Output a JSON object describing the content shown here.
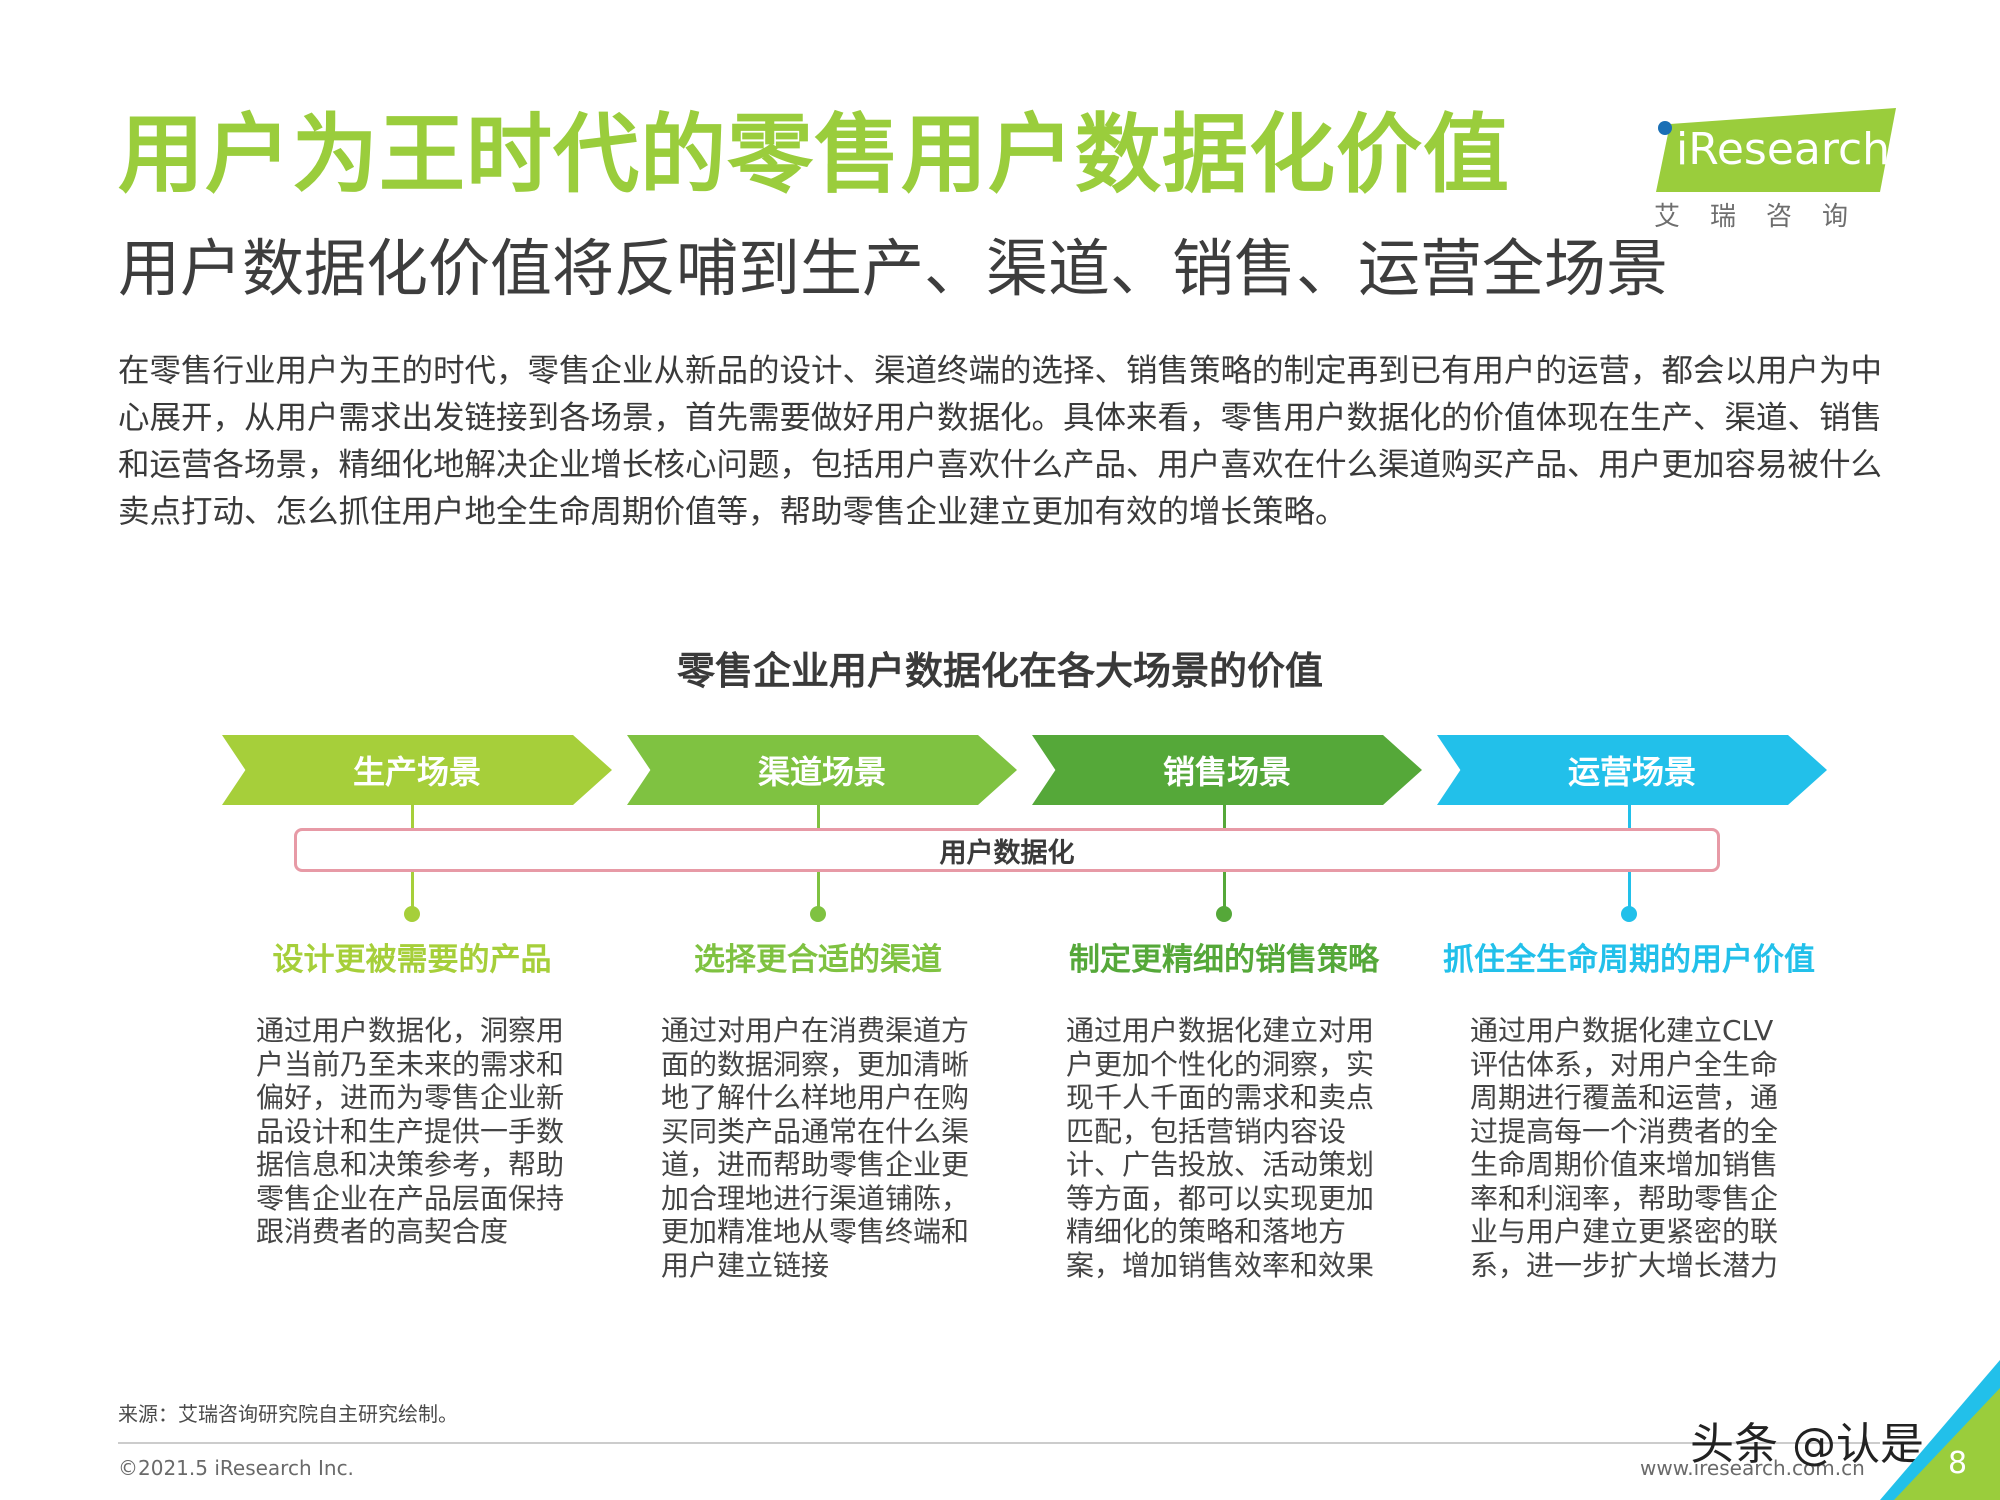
{
  "header": {
    "title": "用户为王时代的零售用户数据化价值",
    "subtitle": "用户数据化价值将反哺到生产、渠道、销售、运营全场景"
  },
  "logo": {
    "brand": "iResearch",
    "chinese": "艾瑞咨询"
  },
  "intro": "在零售行业用户为王的时代，零售企业从新品的设计、渠道终端的选择、销售策略的制定再到已有用户的运营，都会以用户为中心展开，从用户需求出发链接到各场景，首先需要做好用户数据化。具体来看，零售用户数据化的价值体现在生产、渠道、销售和运营各场景，精细化地解决企业增长核心问题，包括用户喜欢什么产品、用户喜欢在什么渠道购买产品、用户更加容易被什么卖点打动、怎么抓住用户地全生命周期价值等，帮助零售企业建立更加有效的增长策略。",
  "diagram": {
    "title": "零售企业用户数据化在各大场景的价值",
    "center_bar": "用户数据化",
    "stages": [
      {
        "label": "生产场景",
        "color": "#a6cf3a",
        "heading": "设计更被需要的产品",
        "description": "通过用户数据化，洞察用户当前乃至未来的需求和偏好，进而为零售企业新品设计和生产提供一手数据信息和决策参考，帮助零售企业在产品层面保持跟消费者的高契合度"
      },
      {
        "label": "渠道场景",
        "color": "#7fc241",
        "heading": "选择更合适的渠道",
        "description": "通过对用户在消费渠道方面的数据洞察，更加清晰地了解什么样地用户在购买同类产品通常在什么渠道，进而帮助零售企业更加合理地进行渠道铺陈，更加精准地从零售终端和用户建立链接"
      },
      {
        "label": "销售场景",
        "color": "#55a839",
        "heading": "制定更精细的销售策略",
        "description": "通过用户数据化建立对用户更加个性化的洞察，实现千人千面的需求和卖点匹配，包括营销内容设计、广告投放、活动策划等方面，都可以实现更加精细化的策略和落地方案，增加销售效率和效果"
      },
      {
        "label": "运营场景",
        "color": "#22c0ea",
        "heading": "抓住全生命周期的用户价值",
        "description": "通过用户数据化建立CLV评估体系，对用户全生命周期进行覆盖和运营，通过提高每一个消费者的全生命周期价值来增加销售率和利润率，帮助零售企业与用户建立更紧密的联系，进一步扩大增长潜力"
      }
    ]
  },
  "footer": {
    "source": "来源：艾瑞咨询研究院自主研究绘制。",
    "copyright": "©2021.5 iResearch Inc.",
    "url": "www.iresearch.com.cn",
    "watermark": "头条 @认是",
    "page_number": "8"
  }
}
